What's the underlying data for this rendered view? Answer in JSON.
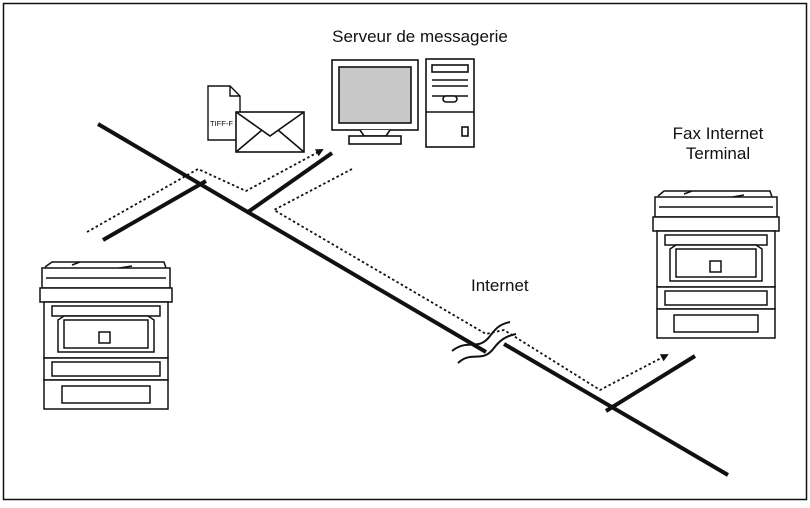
{
  "labels": {
    "server": "Serveur de messagerie",
    "fax_terminal_line1": "Fax Internet",
    "fax_terminal_line2": "Terminal",
    "internet": "Internet",
    "attachment": "TIFF-F"
  },
  "colors": {
    "ink": "#111111",
    "screen": "#c8c8c8",
    "paper": "#ffffff"
  },
  "icons": [
    "mfp-printer-icon",
    "email-server-icon",
    "tiff-file-icon",
    "envelope-icon",
    "fax-terminal-icon"
  ]
}
